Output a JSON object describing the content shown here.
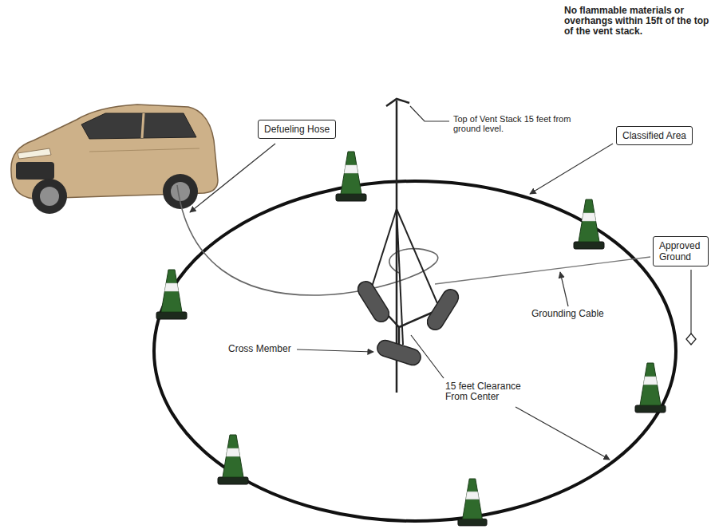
{
  "diagram": {
    "nodes": [
      {
        "text": [
          "Defueling Hose"
        ]
      },
      {
        "text": [
          "Classified Area"
        ]
      },
      {
        "text": [
          "Approved Ground"
        ]
      }
    ],
    "labels": [
      "No flammable materials or overhangs within 15ft of the top of the vent stack.",
      "Top of Vent Stack 15 feet from ground level.",
      "Grounding Cable",
      "Cross Member",
      "15 feet Clearance From Center"
    ]
  }
}
